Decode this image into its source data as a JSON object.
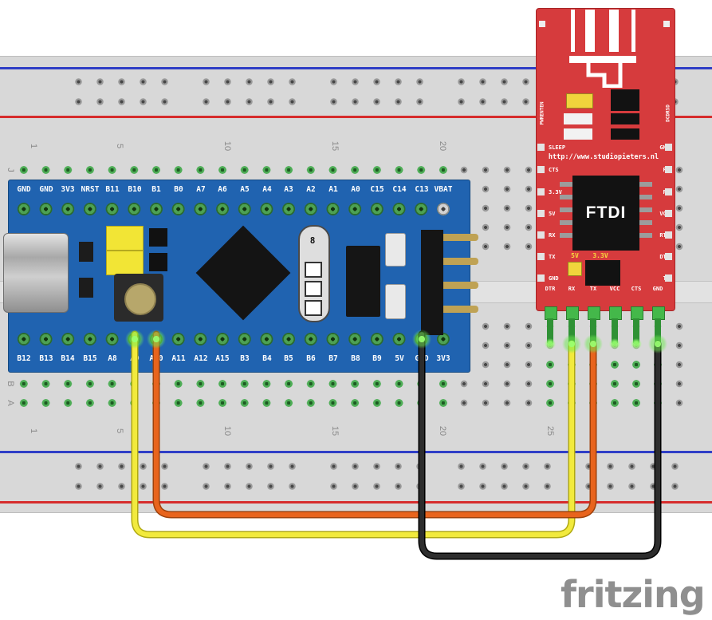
{
  "breadboard": {
    "top_numbers": [
      "1",
      "5",
      "10",
      "15",
      "20"
    ],
    "bottom_numbers": [
      "1",
      "5",
      "10",
      "15",
      "20",
      "25"
    ],
    "row_letters": [
      "J",
      "B",
      "A"
    ]
  },
  "bluepill": {
    "top_pins": [
      "GND",
      "GND",
      "3V3",
      "NRST",
      "B11",
      "B10",
      "B1",
      "B0",
      "A7",
      "A6",
      "A5",
      "A4",
      "A3",
      "A2",
      "A1",
      "A0",
      "C15",
      "C14",
      "C13",
      "VBAT"
    ],
    "bottom_pins": [
      "B12",
      "B13",
      "B14",
      "B15",
      "A8",
      "A9",
      "A10",
      "A11",
      "A12",
      "A15",
      "B3",
      "B4",
      "B5",
      "B6",
      "B7",
      "B8",
      "B9",
      "5V",
      "GND",
      "3V3"
    ],
    "crystal_label": "8"
  },
  "ftdi": {
    "url": "http://www.studiopieters.nl",
    "chip_label": "FTDI",
    "vertical_left": "PWRENTEN",
    "vertical_right": "DCDRSD",
    "left_pads": [
      "SLEEP",
      "CTS",
      "3.3V",
      "5V",
      "RX",
      "TX",
      "GND"
    ],
    "right_pads": [
      "GND",
      "RI",
      "RX",
      "VCC",
      "RTS",
      "DTR",
      "TX"
    ],
    "voltage_labels": [
      "5V",
      "3.3V"
    ],
    "header_pins": [
      "DTR",
      "RX",
      "TX",
      "VCC",
      "CTS",
      "GND"
    ]
  },
  "wires": [
    {
      "name": "yellow-wire",
      "color": "#f2ea3d",
      "from": "A9",
      "to": "RX"
    },
    {
      "name": "orange-wire",
      "color": "#e8641d",
      "from": "A10",
      "to": "TX"
    },
    {
      "name": "black-wire",
      "color": "#2d2d2d",
      "from": "GND",
      "to": "GND"
    }
  ],
  "logo": "fritzing"
}
